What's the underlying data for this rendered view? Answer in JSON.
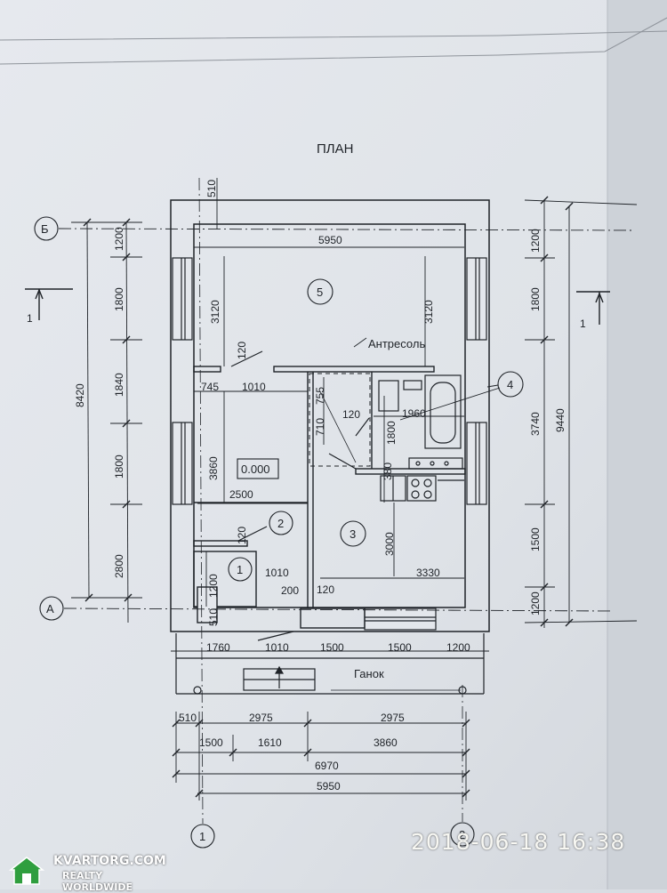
{
  "title": "ПЛАН",
  "mezzanine_label": "Антресоль",
  "porch_label": "Ганок",
  "level_mark": "0.000",
  "axes": {
    "b": "Б",
    "a": "А",
    "one": "1",
    "two": "2"
  },
  "section_mark": "1",
  "rooms": [
    "1",
    "2",
    "3",
    "4",
    "5"
  ],
  "dims": {
    "d510_top": "510",
    "d5950_in": "5950",
    "d3120_l": "3120",
    "d3120_r": "3120",
    "d120_a": "120",
    "d745": "745",
    "d1010_a": "1010",
    "d710": "710",
    "d755": "755",
    "d120_b": "120",
    "d1960": "1960",
    "d1800_v": "1800",
    "d3860_v": "3860",
    "d380": "380",
    "d2500": "2500",
    "d3000": "3000",
    "d120_c": "120",
    "d1010_b": "1010",
    "d3330": "3330",
    "d1200_l": "1200",
    "d200": "200",
    "d120_d": "120",
    "d510_l": "510",
    "l1200_a": "1200",
    "l1800_a": "1800",
    "l1840": "1840",
    "l1800_b": "1800",
    "l2800": "2800",
    "l8420": "8420",
    "r1200_a": "1200",
    "r1800": "1800",
    "r3740": "3740",
    "r1500": "1500",
    "r1200_b": "1200",
    "r9440": "9440",
    "b1760": "1760",
    "b1010": "1010",
    "b1500_a": "1500",
    "b1500_b": "1500",
    "b1200": "1200",
    "c510": "510",
    "c2975_a": "2975",
    "c2975_b": "2975",
    "c1500": "1500",
    "c1610": "1610",
    "c3860": "3860",
    "c6970": "6970",
    "c5950": "5950"
  },
  "timestamp": "2018-06-18  16:38",
  "watermark": {
    "name": "KVARTORG.COM",
    "tagline": "REALTY WORLDWIDE"
  }
}
